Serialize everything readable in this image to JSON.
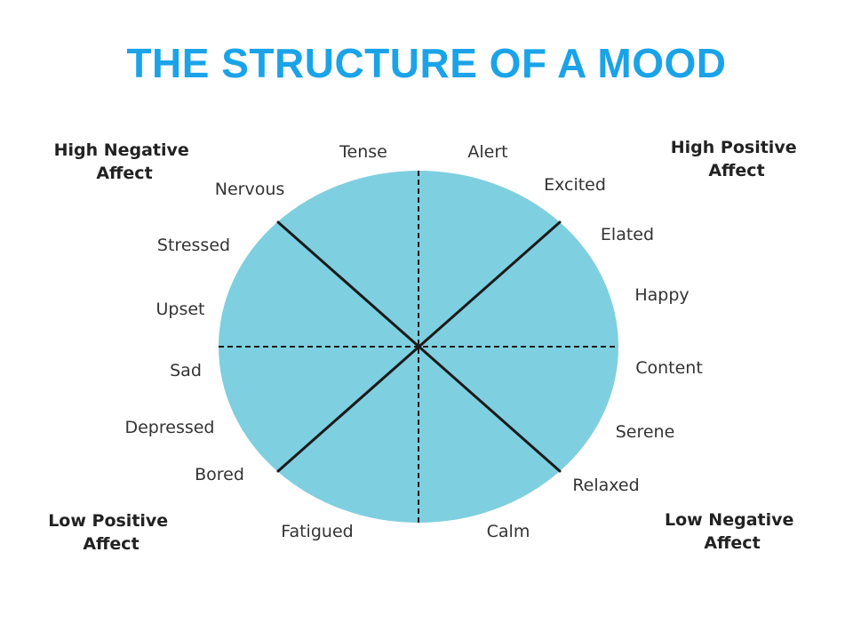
{
  "title": "THE STRUCTURE OF A MOOD",
  "colors": {
    "title": "#1aa3e8",
    "circle_fill": "#7ecfdf",
    "lines": "#1a1a1a",
    "text": "#333333"
  },
  "mood_labels": {
    "tense": "Tense",
    "alert": "Alert",
    "nervous": "Nervous",
    "excited": "Excited",
    "stressed": "Stressed",
    "elated": "Elated",
    "upset": "Upset",
    "happy": "Happy",
    "sad": "Sad",
    "content": "Content",
    "depressed": "Depressed",
    "serene": "Serene",
    "bored": "Bored",
    "relaxed": "Relaxed",
    "fatigued": "Fatigued",
    "calm": "Calm"
  },
  "quadrants": {
    "high_negative": [
      "High Negative",
      "Affect"
    ],
    "high_positive": [
      "High Positive",
      "Affect"
    ],
    "low_positive": [
      "Low Positive",
      "Affect"
    ],
    "low_negative": [
      "Low Negative",
      "Affect"
    ]
  }
}
